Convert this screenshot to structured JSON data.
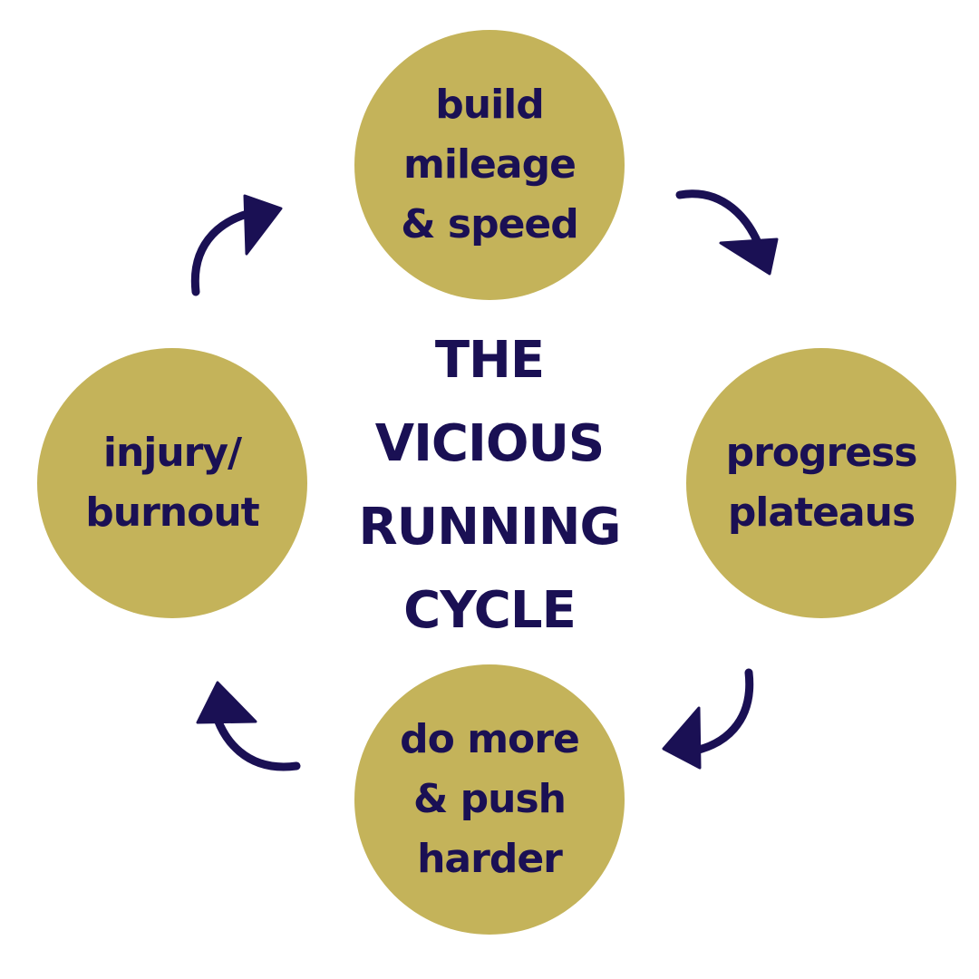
{
  "colors": {
    "background": "#ffffff",
    "circle_fill": "#c4b35a",
    "text": "#1a1054",
    "arrow": "#1a1054"
  },
  "center_title": [
    "THE",
    "VICIOUS",
    "RUNNING",
    "CYCLE"
  ],
  "nodes": {
    "top": [
      "build",
      "mileage",
      "& speed"
    ],
    "right": [
      "progress",
      "plateaus"
    ],
    "bottom": [
      "do more",
      "& push",
      "harder"
    ],
    "left": [
      "injury/",
      "burnout"
    ]
  },
  "arrows": [
    {
      "from": "top",
      "to": "right"
    },
    {
      "from": "right",
      "to": "bottom"
    },
    {
      "from": "bottom",
      "to": "left"
    },
    {
      "from": "left",
      "to": "top"
    }
  ]
}
